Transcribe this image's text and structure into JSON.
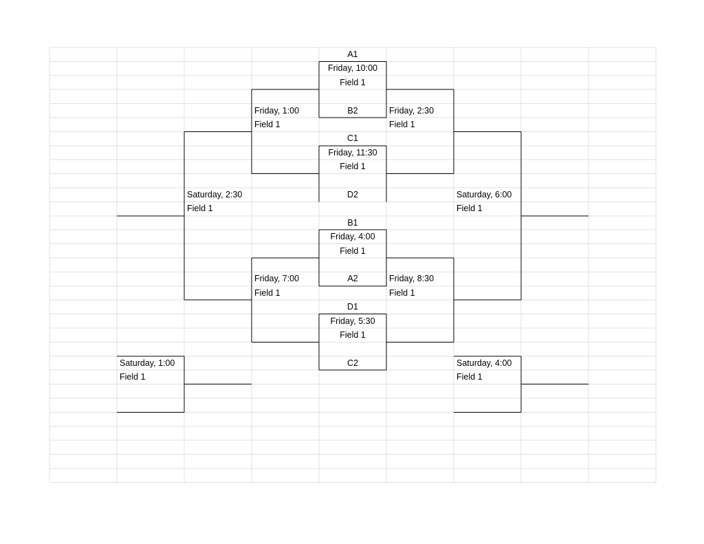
{
  "grid": {
    "line_color": "#e0e0e0",
    "bracket_color": "#000000"
  },
  "cells": [
    {
      "id": "c0",
      "text": "A1",
      "col": 4,
      "row": 0,
      "align": "center"
    },
    {
      "id": "c1",
      "text": "Friday, 10:00",
      "col": 4,
      "row": 1,
      "align": "center"
    },
    {
      "id": "c2",
      "text": "Field 1",
      "col": 4,
      "row": 2,
      "align": "center"
    },
    {
      "id": "c3",
      "text": "Friday, 1:00",
      "col": 3,
      "row": 4,
      "align": "left"
    },
    {
      "id": "c4",
      "text": "B2",
      "col": 4,
      "row": 4,
      "align": "center"
    },
    {
      "id": "c5",
      "text": "Friday, 2:30",
      "col": 5,
      "row": 4,
      "align": "left"
    },
    {
      "id": "c6",
      "text": "Field 1",
      "col": 3,
      "row": 5,
      "align": "left"
    },
    {
      "id": "c7",
      "text": "Field 1",
      "col": 5,
      "row": 5,
      "align": "left"
    },
    {
      "id": "c8",
      "text": "C1",
      "col": 4,
      "row": 6,
      "align": "center"
    },
    {
      "id": "c9",
      "text": "Friday, 11:30",
      "col": 4,
      "row": 7,
      "align": "center"
    },
    {
      "id": "c10",
      "text": "Field 1",
      "col": 4,
      "row": 8,
      "align": "center"
    },
    {
      "id": "c11",
      "text": "Saturday, 2:30",
      "col": 2,
      "row": 10,
      "align": "left"
    },
    {
      "id": "c12",
      "text": "D2",
      "col": 4,
      "row": 10,
      "align": "center"
    },
    {
      "id": "c13",
      "text": "Saturday, 6:00",
      "col": 6,
      "row": 10,
      "align": "left"
    },
    {
      "id": "c14",
      "text": "Field 1",
      "col": 2,
      "row": 11,
      "align": "left"
    },
    {
      "id": "c15",
      "text": "Field 1",
      "col": 6,
      "row": 11,
      "align": "left"
    },
    {
      "id": "c16",
      "text": "B1",
      "col": 4,
      "row": 12,
      "align": "center"
    },
    {
      "id": "c17",
      "text": "Friday, 4:00",
      "col": 4,
      "row": 13,
      "align": "center"
    },
    {
      "id": "c18",
      "text": "Field 1",
      "col": 4,
      "row": 14,
      "align": "center"
    },
    {
      "id": "c19",
      "text": "Friday, 7:00",
      "col": 3,
      "row": 16,
      "align": "left"
    },
    {
      "id": "c20",
      "text": "A2",
      "col": 4,
      "row": 16,
      "align": "center"
    },
    {
      "id": "c21",
      "text": "Friday, 8:30",
      "col": 5,
      "row": 16,
      "align": "left"
    },
    {
      "id": "c22",
      "text": "Field 1",
      "col": 3,
      "row": 17,
      "align": "left"
    },
    {
      "id": "c23",
      "text": "Field 1",
      "col": 5,
      "row": 17,
      "align": "left"
    },
    {
      "id": "c24",
      "text": "D1",
      "col": 4,
      "row": 18,
      "align": "center"
    },
    {
      "id": "c25",
      "text": "Friday, 5:30",
      "col": 4,
      "row": 19,
      "align": "center"
    },
    {
      "id": "c26",
      "text": "Field 1",
      "col": 4,
      "row": 20,
      "align": "center"
    },
    {
      "id": "c27",
      "text": "Saturday, 1:00",
      "col": 1,
      "row": 22,
      "align": "left"
    },
    {
      "id": "c28",
      "text": "C2",
      "col": 4,
      "row": 22,
      "align": "center"
    },
    {
      "id": "c29",
      "text": "Saturday, 4:00",
      "col": 6,
      "row": 22,
      "align": "left"
    },
    {
      "id": "c30",
      "text": "Field 1",
      "col": 1,
      "row": 23,
      "align": "left"
    },
    {
      "id": "c31",
      "text": "Field 1",
      "col": 6,
      "row": 23,
      "align": "left"
    }
  ]
}
